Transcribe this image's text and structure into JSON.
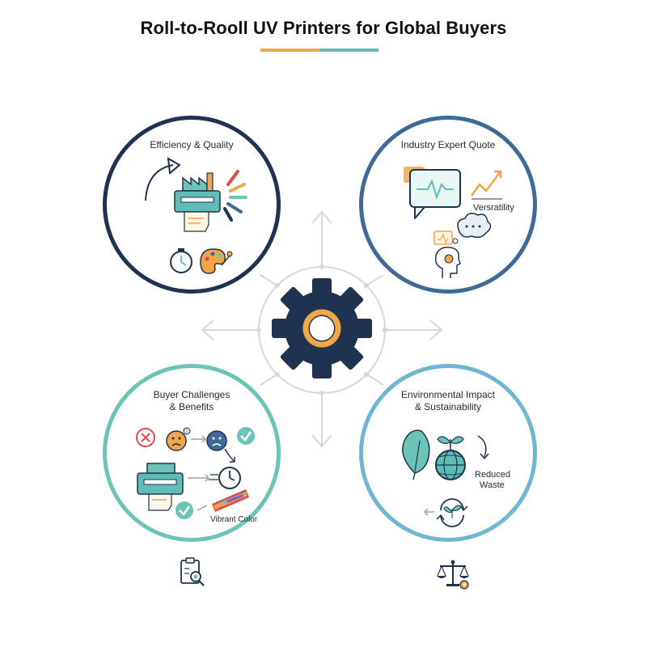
{
  "title": "Roll-to-Rooll UV Printers for Global Buyers",
  "colors": {
    "accent_orange": "#f2a64a",
    "accent_teal": "#5fbdb3",
    "navy": "#1f3350",
    "blue": "#3f6a98",
    "teal": "#6cc4b7",
    "sky": "#6fb6d3"
  },
  "panels": {
    "efficiency": {
      "title": "Efficiency & Quality",
      "icons": [
        "arrow-icon",
        "factory-printer-icon",
        "color-burst-icon",
        "stopwatch-icon",
        "palette-icon"
      ]
    },
    "expert": {
      "title": "Industry Expert Quote",
      "label": "Versratility",
      "icons": [
        "speech-bubble-icon",
        "trend-arrow-icon",
        "thought-cloud-icon",
        "head-gear-icon"
      ]
    },
    "buyer": {
      "title_line1": "Buyer Challenges",
      "title_line2": "& Benefits",
      "label": "Vibrant Color",
      "icons": [
        "error-icon",
        "worried-face-icon",
        "check-icon",
        "printer-icon",
        "clock-icon",
        "color-swatch-icon"
      ]
    },
    "environment": {
      "title_line1": "Environmental Impact",
      "title_line2": "& Sustainability",
      "label_line1": "Reduced",
      "label_line2": "Waste",
      "icons": [
        "leaf-icon",
        "globe-plant-icon",
        "recycle-plant-icon"
      ]
    }
  },
  "bottom_icons": [
    "clipboard-icon",
    "scale-icon"
  ]
}
